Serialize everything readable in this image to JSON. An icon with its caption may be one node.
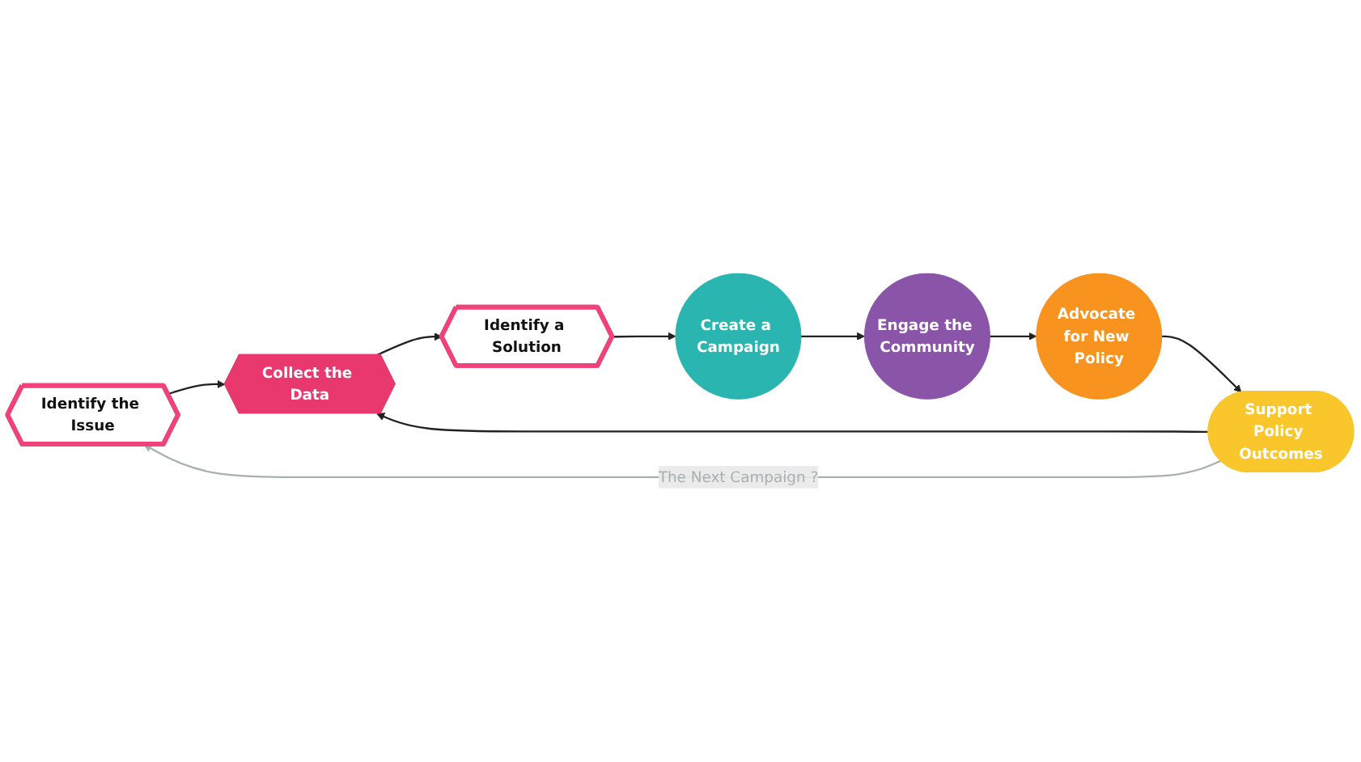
{
  "diagram": {
    "nodes": [
      {
        "text": [
          "Identify the Issue"
        ]
      },
      {
        "text": [
          "Collect the Data"
        ]
      },
      {
        "text": [
          "Identify a Solution"
        ]
      },
      {
        "text": [
          "Create a Campaign"
        ]
      },
      {
        "text": [
          "Engage the Community"
        ]
      },
      {
        "text": [
          "Advocate for New Policy"
        ]
      },
      {
        "text": [
          "Support Policy Outcomes"
        ]
      }
    ],
    "edges": [
      {
        "from": 0,
        "to": 1,
        "arrow": "to"
      },
      {
        "from": 1,
        "to": 2,
        "arrow": "to"
      },
      {
        "from": 2,
        "to": 3,
        "arrow": "to"
      },
      {
        "from": 3,
        "to": 4,
        "arrow": "to"
      },
      {
        "from": 4,
        "to": 5,
        "arrow": "to"
      },
      {
        "from": 5,
        "to": 6,
        "arrow": "to"
      },
      {
        "from": 6,
        "to": 1,
        "arrow": "to"
      },
      {
        "from": 6,
        "to": 0,
        "arrow": "to",
        "label": "The Next Campaign ?",
        "color": "#a7b1b1"
      }
    ]
  }
}
